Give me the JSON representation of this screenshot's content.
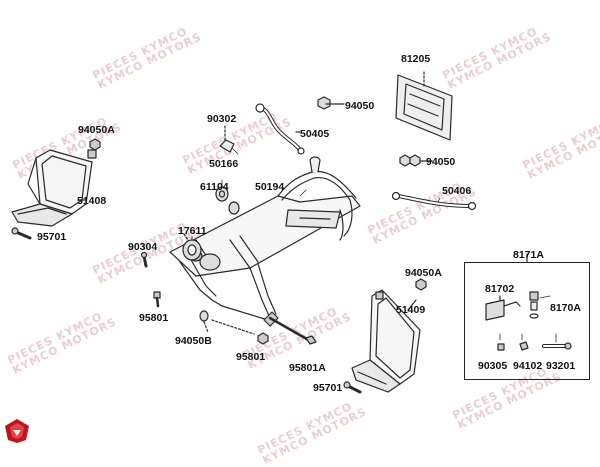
{
  "watermark_lines": [
    "PIECES KYMCO",
    "KYMCO MOTORS"
  ],
  "parts": [
    {
      "id": "81205"
    },
    {
      "id": "94050A"
    },
    {
      "id": "90302"
    },
    {
      "id": "94050"
    },
    {
      "id": "50405"
    },
    {
      "id": "50166"
    },
    {
      "id": "61104"
    },
    {
      "id": "50194"
    },
    {
      "id": "51408"
    },
    {
      "id": "95701"
    },
    {
      "id": "17611"
    },
    {
      "id": "90304"
    },
    {
      "id": "94050"
    },
    {
      "id": "50406"
    },
    {
      "id": "95801"
    },
    {
      "id": "94050B"
    },
    {
      "id": "95801"
    },
    {
      "id": "95801A"
    },
    {
      "id": "94050A"
    },
    {
      "id": "51409"
    },
    {
      "id": "95701"
    },
    {
      "id": "8171A"
    },
    {
      "id": "81702"
    },
    {
      "id": "8170A"
    },
    {
      "id": "90305"
    },
    {
      "id": "94102"
    },
    {
      "id": "93201"
    }
  ],
  "colors": {
    "line": "#2a2a2a",
    "watermark": "#e8c9c9",
    "logo_red": "#c0141c"
  }
}
